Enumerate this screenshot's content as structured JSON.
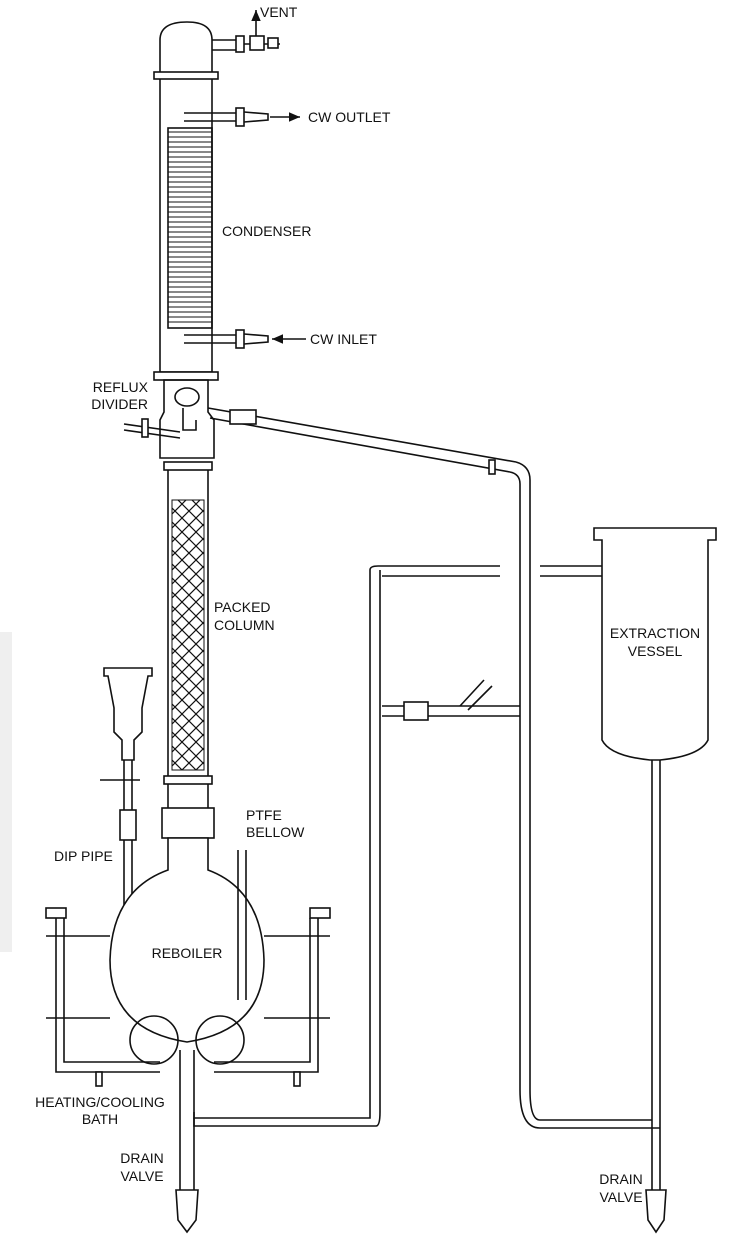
{
  "diagram": {
    "labels": {
      "vent": "VENT",
      "cw_outlet": "CW OUTLET",
      "condenser": "CONDENSER",
      "cw_inlet": "CW INLET",
      "reflux_divider": [
        "REFLUX",
        "DIVIDER"
      ],
      "packed_column": [
        "PACKED",
        "COLUMN"
      ],
      "extraction_vessel": [
        "EXTRACTION",
        "VESSEL"
      ],
      "ptfe_bellow": [
        "PTFE",
        "BELLOW"
      ],
      "dip_pipe": "DIP PIPE",
      "reboiler": "REBOILER",
      "heating_cooling_bath": [
        "HEATING/COOLING",
        "BATH"
      ],
      "drain_valve_left": [
        "DRAIN",
        "VALVE"
      ],
      "drain_valve_right": [
        "DRAIN",
        "VALVE"
      ]
    }
  }
}
